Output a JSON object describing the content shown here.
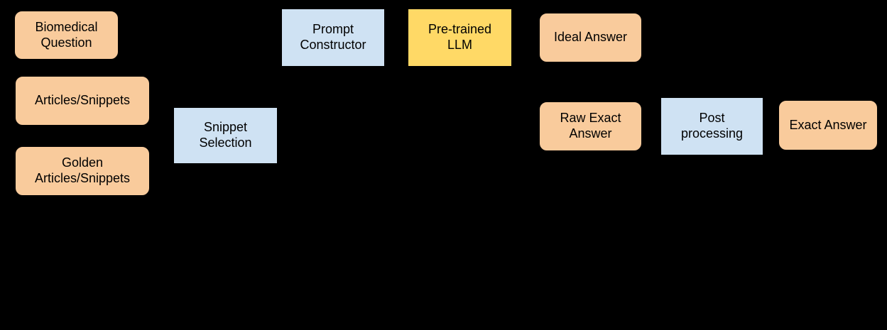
{
  "diagram": {
    "type": "flowchart",
    "background": "#000000",
    "palette": {
      "data_node_fill": "#f9cb9c",
      "process_node_fill": "#cfe2f3",
      "model_node_fill": "#ffd966",
      "node_border": "#000000",
      "node_text": "#000000"
    },
    "nodes": [
      {
        "id": "biomedical-question",
        "label": "Biomedical\nQuestion",
        "shape": "rounded",
        "fill": "#f9cb9c"
      },
      {
        "id": "articles-snippets",
        "label": "Articles/Snippets",
        "shape": "rounded",
        "fill": "#f9cb9c"
      },
      {
        "id": "golden-articles-snippets",
        "label": "Golden\nArticles/Snippets",
        "shape": "rounded",
        "fill": "#f9cb9c"
      },
      {
        "id": "snippet-selection",
        "label": "Snippet\nSelection",
        "shape": "rect",
        "fill": "#cfe2f3"
      },
      {
        "id": "prompt-constructor",
        "label": "Prompt\nConstructor",
        "shape": "rect",
        "fill": "#cfe2f3"
      },
      {
        "id": "pre-trained-llm",
        "label": "Pre-trained\nLLM",
        "shape": "rect",
        "fill": "#ffd966"
      },
      {
        "id": "ideal-answer",
        "label": "Ideal Answer",
        "shape": "rounded",
        "fill": "#f9cb9c"
      },
      {
        "id": "raw-exact-answer",
        "label": "Raw Exact\nAnswer",
        "shape": "rounded",
        "fill": "#f9cb9c"
      },
      {
        "id": "post-processing",
        "label": "Post\nprocessing",
        "shape": "rect",
        "fill": "#cfe2f3"
      },
      {
        "id": "exact-answer",
        "label": "Exact Answer",
        "shape": "rounded",
        "fill": "#f9cb9c"
      }
    ]
  }
}
